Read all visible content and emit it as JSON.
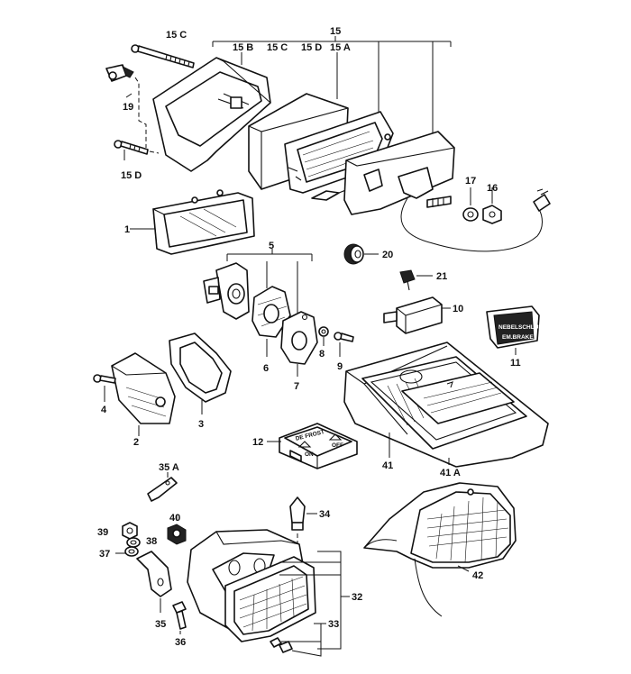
{
  "callouts": {
    "c1": "1",
    "c2": "2",
    "c3": "3",
    "c4": "4",
    "c5": "5",
    "c6": "6",
    "c7": "7",
    "c8": "8",
    "c9": "9",
    "c10": "10",
    "c11": "11",
    "c12": "12",
    "c15": "15",
    "c15a": "15 A",
    "c15b": "15 B",
    "c15c_top": "15 C",
    "c15c_mid": "15 C",
    "c15d_mid": "15 D",
    "c15d_low": "15 D",
    "c16": "16",
    "c17": "17",
    "c19": "19",
    "c20": "20",
    "c21": "21",
    "c32": "32",
    "c33": "33",
    "c34": "34",
    "c35": "35",
    "c35a": "35 A",
    "c36": "36",
    "c37": "37",
    "c38": "38",
    "c39": "39",
    "c40": "40",
    "c41": "41",
    "c41a": "41 A",
    "c42": "42"
  },
  "switch_text": {
    "defrost": "DE FROST",
    "on": "ON",
    "off": "OFF",
    "rear_fog": "NEBELSCHLUSS",
    "emergency": "EM.BRAKE"
  }
}
